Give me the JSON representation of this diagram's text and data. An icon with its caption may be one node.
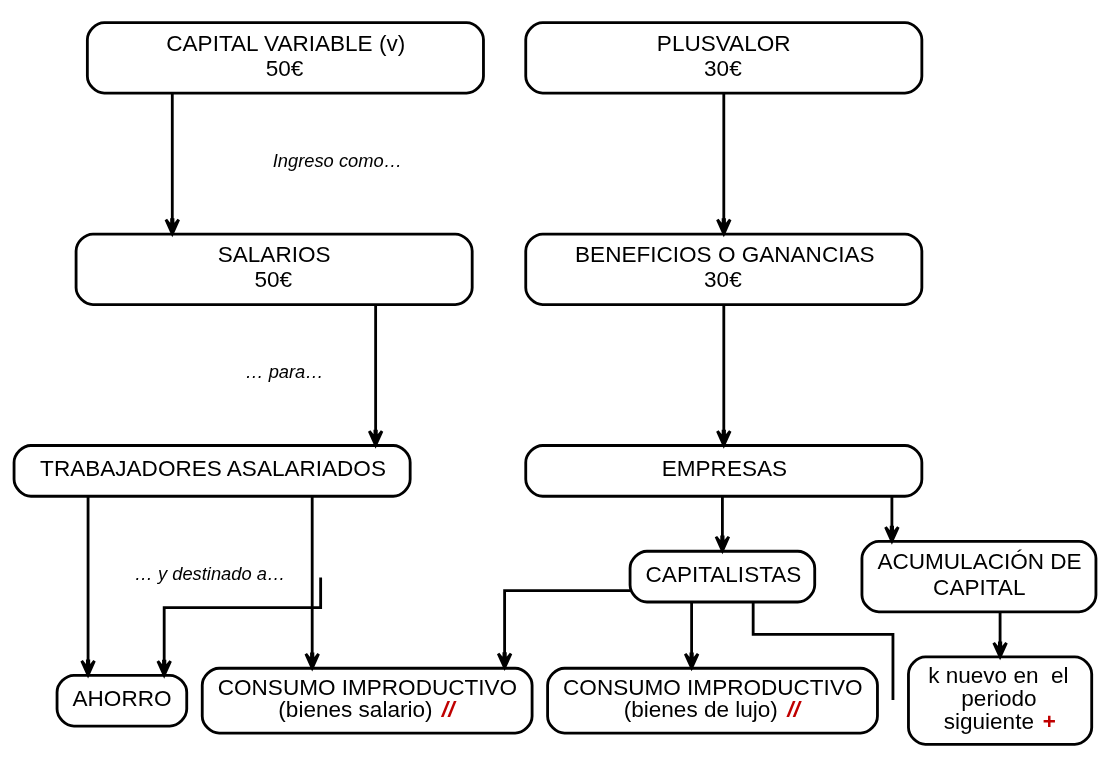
{
  "diagram": {
    "nodes": [
      {
        "text": [
          "CAPITAL VARIABLE (v)",
          "50€"
        ]
      },
      {
        "text": [
          "PLUSVALOR",
          "30€"
        ]
      },
      {
        "text": [
          "SALARIOS",
          "50€"
        ]
      },
      {
        "text": [
          "BENEFICIOS O GANANCIAS",
          "30€"
        ]
      },
      {
        "text": [
          "TRABAJADORES ASALARIADOS"
        ]
      },
      {
        "text": [
          "EMPRESAS"
        ]
      },
      {
        "text": [
          "CAPITALISTAS"
        ]
      },
      {
        "text": [
          "ACUMULACIÓN DE CAPITAL"
        ]
      },
      {
        "text": [
          "AHORRO"
        ]
      },
      {
        "text": [
          "CONSUMO IMPRODUCTIVO (bienes salario)",
          "//"
        ]
      },
      {
        "text": [
          "CONSUMO IMPRODUCTIVO (bienes de lujo)",
          "//"
        ]
      },
      {
        "text": [
          "k nuevo en  el periodo siguiente",
          "+"
        ]
      }
    ],
    "edges": [
      {
        "from": 0,
        "to": 2,
        "arrow": "to"
      },
      {
        "from": 1,
        "to": 3,
        "arrow": "to"
      },
      {
        "from": 2,
        "to": 4,
        "arrow": "to"
      },
      {
        "from": 3,
        "to": 5,
        "arrow": "to"
      },
      {
        "from": 4,
        "to": 8,
        "arrow": "to"
      },
      {
        "from": 4,
        "to": 9,
        "arrow": "to"
      },
      {
        "from": 5,
        "to": 6,
        "arrow": "to"
      },
      {
        "from": 5,
        "to": 7,
        "arrow": "to"
      },
      {
        "from": 6,
        "to": 9,
        "arrow": "to"
      },
      {
        "from": 6,
        "to": 10,
        "arrow": "to"
      },
      {
        "from": 7,
        "to": 11,
        "arrow": "to"
      },
      {
        "from": null,
        "to": 8,
        "arrow": "to"
      },
      {
        "from": 6,
        "to": null,
        "arrow": "none"
      }
    ],
    "labels": [
      "Ingreso como…",
      "… para…",
      "… y destinado a…"
    ]
  }
}
